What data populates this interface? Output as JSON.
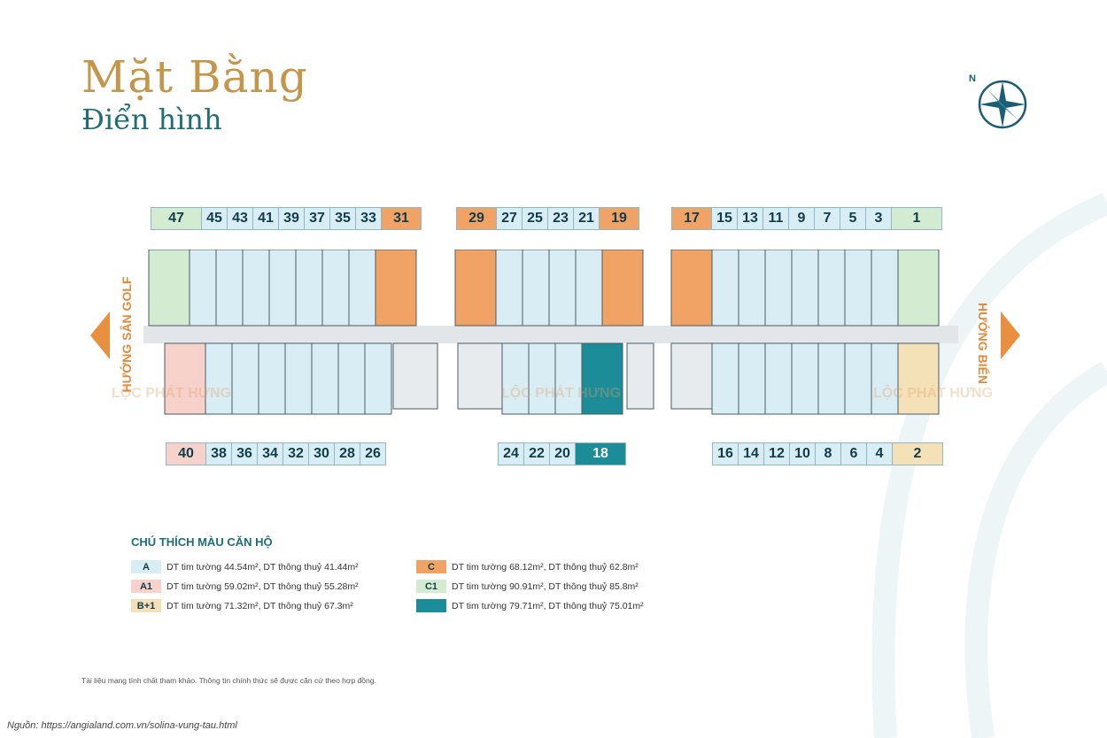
{
  "title": {
    "line1": "Mặt Bằng",
    "line2": "Điển hình"
  },
  "directions": {
    "left": "HƯỚNG SÂN GOLF",
    "right": "HƯỚNG BIỂN"
  },
  "colors": {
    "A": "#d9edf5",
    "A1": "#f6d2cb",
    "B1": "#f5e1b8",
    "C": "#f1a366",
    "C1": "#d3ebd0",
    "teal": "#1b8c98",
    "corridor": "#e3e6e8"
  },
  "top_rows": [
    {
      "units": [
        {
          "n": "47",
          "t": "C1"
        },
        {
          "n": "45",
          "t": "A"
        },
        {
          "n": "43",
          "t": "A"
        },
        {
          "n": "41",
          "t": "A"
        },
        {
          "n": "39",
          "t": "A"
        },
        {
          "n": "37",
          "t": "A"
        },
        {
          "n": "35",
          "t": "A"
        },
        {
          "n": "33",
          "t": "A"
        },
        {
          "n": "31",
          "t": "C"
        }
      ]
    },
    {
      "units": [
        {
          "n": "29",
          "t": "C"
        },
        {
          "n": "27",
          "t": "A"
        },
        {
          "n": "25",
          "t": "A"
        },
        {
          "n": "23",
          "t": "A"
        },
        {
          "n": "21",
          "t": "A"
        },
        {
          "n": "19",
          "t": "C"
        }
      ]
    },
    {
      "units": [
        {
          "n": "17",
          "t": "C"
        },
        {
          "n": "15",
          "t": "A"
        },
        {
          "n": "13",
          "t": "A"
        },
        {
          "n": "11",
          "t": "A"
        },
        {
          "n": "9",
          "t": "A"
        },
        {
          "n": "7",
          "t": "A"
        },
        {
          "n": "5",
          "t": "A"
        },
        {
          "n": "3",
          "t": "A"
        },
        {
          "n": "1",
          "t": "C1"
        }
      ]
    }
  ],
  "bottom_rows": [
    {
      "units": [
        {
          "n": "40",
          "t": "A1"
        },
        {
          "n": "38",
          "t": "A"
        },
        {
          "n": "36",
          "t": "A"
        },
        {
          "n": "34",
          "t": "A"
        },
        {
          "n": "32",
          "t": "A"
        },
        {
          "n": "30",
          "t": "A"
        },
        {
          "n": "28",
          "t": "A"
        },
        {
          "n": "26",
          "t": "A"
        }
      ]
    },
    {
      "units": [
        {
          "n": "24",
          "t": "A"
        },
        {
          "n": "22",
          "t": "A"
        },
        {
          "n": "20",
          "t": "A"
        },
        {
          "n": "18",
          "t": "D"
        }
      ]
    },
    {
      "units": [
        {
          "n": "16",
          "t": "A"
        },
        {
          "n": "14",
          "t": "A"
        },
        {
          "n": "12",
          "t": "A"
        },
        {
          "n": "10",
          "t": "A"
        },
        {
          "n": "8",
          "t": "A"
        },
        {
          "n": "6",
          "t": "A"
        },
        {
          "n": "4",
          "t": "A"
        },
        {
          "n": "2",
          "t": "B1"
        }
      ]
    }
  ],
  "legend": {
    "title": "CHÚ THÍCH MÀU CĂN HỘ",
    "items": [
      {
        "code": "A",
        "text": "DT tim tường 44.54m², DT thông thuỷ 41.44m²",
        "color": "#d9edf5"
      },
      {
        "code": "A1",
        "text": "DT tim tường 59.02m², DT thông thuỷ 55.28m²",
        "color": "#f6d2cb"
      },
      {
        "code": "B+1",
        "text": "DT tim tường 71.32m², DT thông thuỷ 67.3m²",
        "color": "#f5e1b8"
      },
      {
        "code": "C",
        "text": "DT tim tường 68.12m², DT thông thuỷ 62.8m²",
        "color": "#f1a366"
      },
      {
        "code": "C1",
        "text": "DT tim tường 90.91m², DT thông thuỷ 85.8m²",
        "color": "#d3ebd0"
      },
      {
        "code": "",
        "text": "DT tim tường 79.71m², DT thông thuỷ 75.01m²",
        "color": "#1b8c98"
      }
    ]
  },
  "watermark": "LỘC PHÁT HƯNG",
  "note": "Tài liệu mang tính chất tham khảo. Thông tin chính thức sẽ được căn cứ theo hợp đồng.",
  "source": "Nguồn: https://angialand.com.vn/solina-vung-tau.html"
}
